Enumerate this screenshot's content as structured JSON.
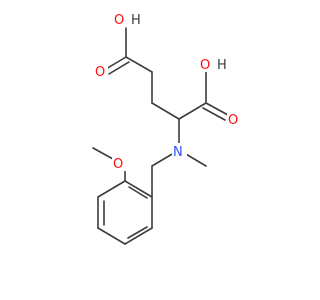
{
  "molecule": {
    "atoms": {
      "o_top_hydroxyl": "O",
      "h_top_hydroxyl": "H",
      "o_top_carbonyl": "O",
      "o_right_hydroxyl": "O",
      "h_right_hydroxyl": "H",
      "o_right_carbonyl": "O",
      "n_amine": "N",
      "o_methoxy": "O"
    },
    "colors": {
      "bond": "#3c3c3c",
      "oxygen": "#ff0d0d",
      "nitrogen": "#3050f8"
    }
  }
}
